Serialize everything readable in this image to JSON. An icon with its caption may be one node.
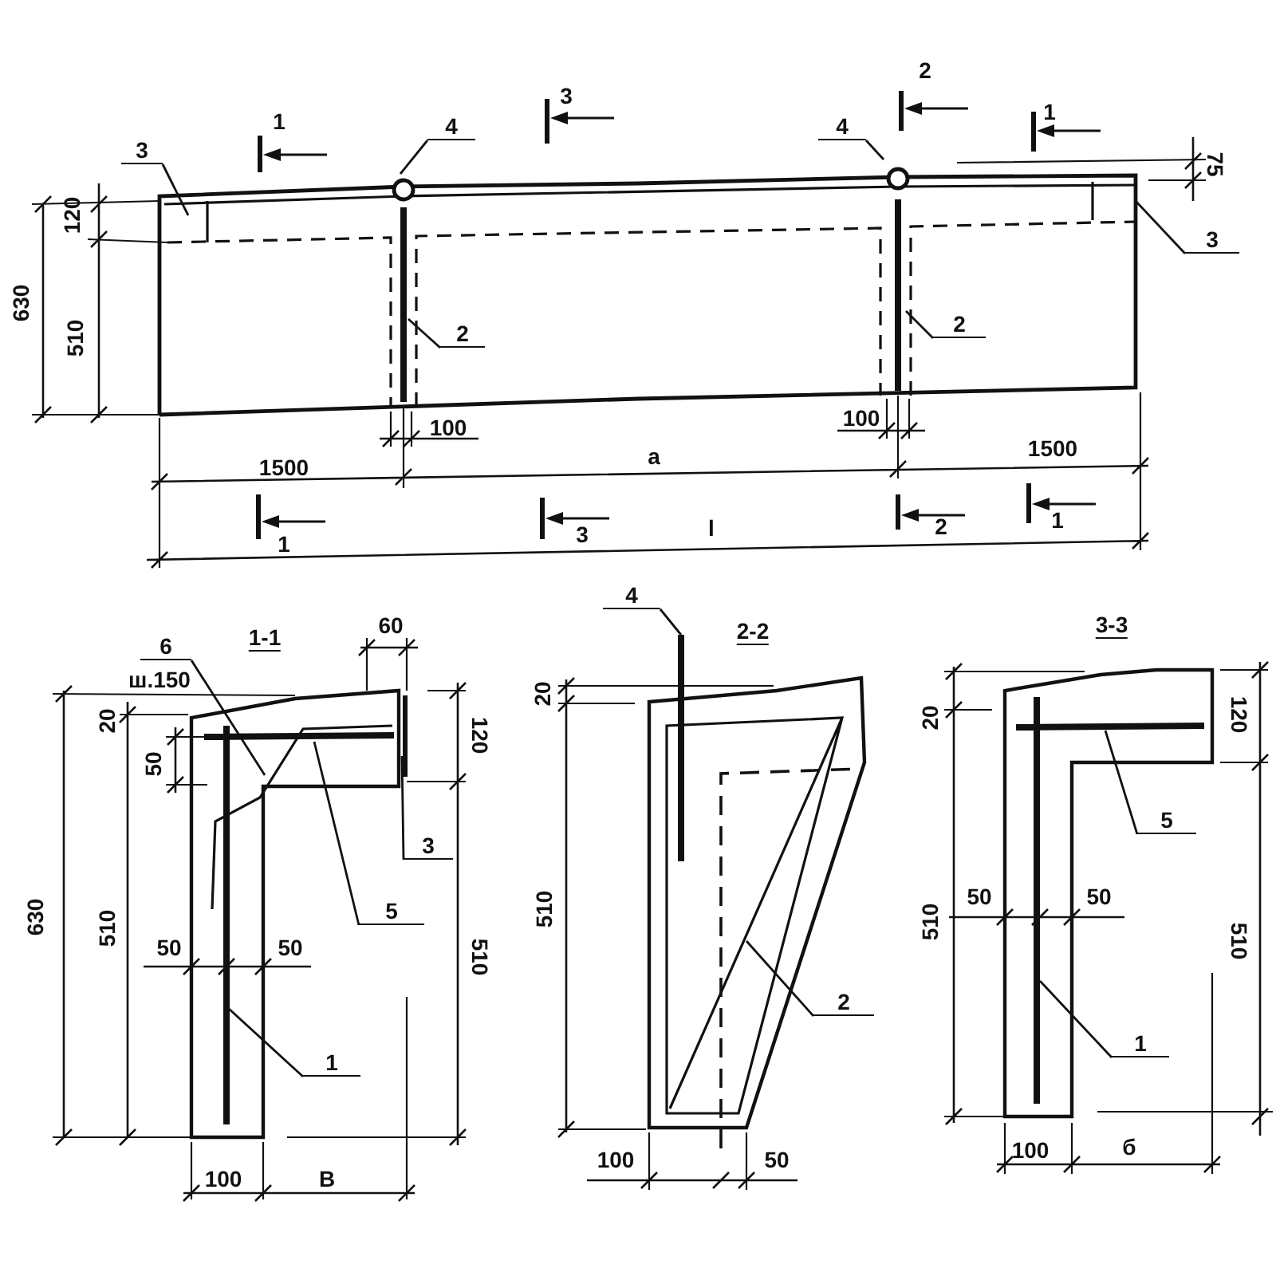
{
  "diagram": {
    "nodes": [
      {
        "text": [
          "4"
        ]
      },
      {
        "text": [
          "4"
        ]
      },
      {
        "text": [
          "3"
        ]
      },
      {
        "text": [
          "3"
        ]
      },
      {
        "text": [
          "2"
        ]
      },
      {
        "text": [
          "2"
        ]
      },
      {
        "text": [
          "6"
        ]
      },
      {
        "text": [
          "3"
        ]
      },
      {
        "text": [
          "5"
        ]
      },
      {
        "text": [
          "1"
        ]
      },
      {
        "text": [
          "4"
        ]
      },
      {
        "text": [
          "2"
        ]
      },
      {
        "text": [
          "5"
        ]
      },
      {
        "text": [
          "1"
        ]
      },
      {
        "text": [],
        "shape": "bar"
      }
    ],
    "edges": [
      {
        "from": 0,
        "to": null,
        "arrow": "none"
      },
      {
        "from": 1,
        "to": null,
        "arrow": "none"
      },
      {
        "from": 2,
        "to": null,
        "arrow": "none"
      },
      {
        "from": 3,
        "to": null,
        "arrow": "none"
      },
      {
        "from": 4,
        "to": null,
        "arrow": "none"
      },
      {
        "from": 5,
        "to": null,
        "arrow": "none"
      },
      {
        "from": 6,
        "to": null,
        "arrow": "none"
      },
      {
        "from": 7,
        "to": null,
        "arrow": "none"
      },
      {
        "from": 8,
        "to": null,
        "arrow": "none"
      },
      {
        "from": 9,
        "to": null,
        "arrow": "none"
      },
      {
        "from": 10,
        "to": 14,
        "arrow": "none"
      },
      {
        "from": 11,
        "to": null,
        "arrow": "none"
      },
      {
        "from": 12,
        "to": null,
        "arrow": "none"
      },
      {
        "from": 13,
        "to": null,
        "arrow": "none"
      }
    ],
    "labels": [
      "1",
      "3",
      "2",
      "1",
      "75",
      "120",
      "630",
      "510",
      "100",
      "100",
      "1500",
      "а",
      "1500",
      "1",
      "3",
      "2",
      "1",
      "l",
      "1-1",
      "60",
      "2-2",
      "3-3",
      "ш.150",
      "20",
      "120",
      "50",
      "630",
      "510",
      "50",
      "50",
      "510",
      "100",
      "В",
      "20",
      "510",
      "100",
      "50",
      "20",
      "120",
      "510",
      "50",
      "50",
      "510",
      "100",
      "б"
    ]
  }
}
